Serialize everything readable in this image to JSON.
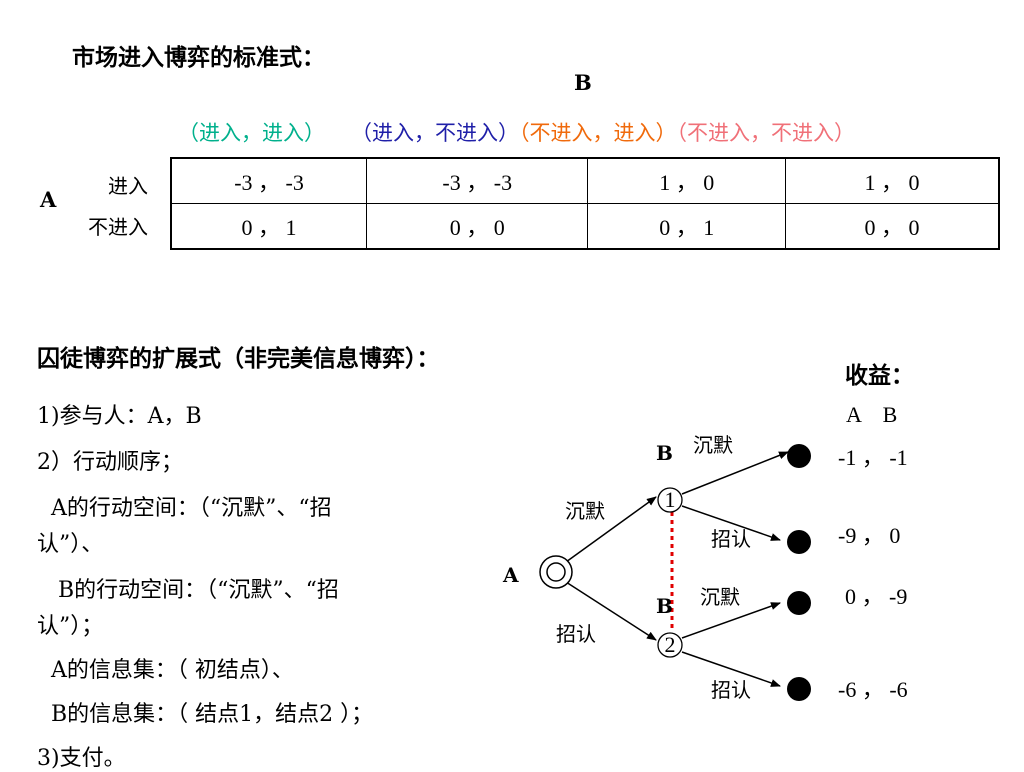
{
  "top_title": "市场进入博弈的标准式：",
  "player_b": "B",
  "player_a": "A",
  "b_strategies": [
    {
      "text": "（进入，进入）",
      "color": "#00B08C"
    },
    {
      "text": "（进入，不进入）",
      "color": "#1F1FA8"
    },
    {
      "text": "（不进入，进入）",
      "color": "#F06A0C"
    },
    {
      "text": "（不进入，不进入）",
      "color": "#F07078"
    }
  ],
  "a_strategies": [
    "进入",
    "不进入"
  ],
  "payoff_matrix": [
    [
      "-3 ， -3",
      "-3 ， -3",
      "1 ， 0",
      "1 ， 0"
    ],
    [
      "0 ， 1",
      "0 ， 0",
      "0 ， 1",
      "0 ， 0"
    ]
  ],
  "bottom_title": "囚徒博弈的扩展式（非完美信息博弈）：",
  "list_lines": [
    "1)参与人：A，B",
    "2）行动顺序；",
    "  A的行动空间：（“沉默”、“招",
    "认”）、",
    "   B的行动空间：（“沉默”、“招",
    "认”）；",
    "  A的信息集：（ 初结点）、",
    "  B的信息集：（ 结点1，结点2 ）；",
    "3)支付。"
  ],
  "tree": {
    "payoff_header": "收益：",
    "payoff_players": "A    B",
    "root_player": "A",
    "node1_player": "B",
    "node2_player": "B",
    "node1_number": "1",
    "node2_number": "2",
    "a_actions": {
      "top": "沉默",
      "bottom": "招认"
    },
    "b_actions": [
      "沉默",
      "招认",
      "沉默",
      "招认"
    ],
    "payoffs": [
      "-1 ， -1",
      "-9 ， 0",
      "0 ， -9",
      "-6 ， -6"
    ],
    "info_set_color": "#E00000"
  }
}
